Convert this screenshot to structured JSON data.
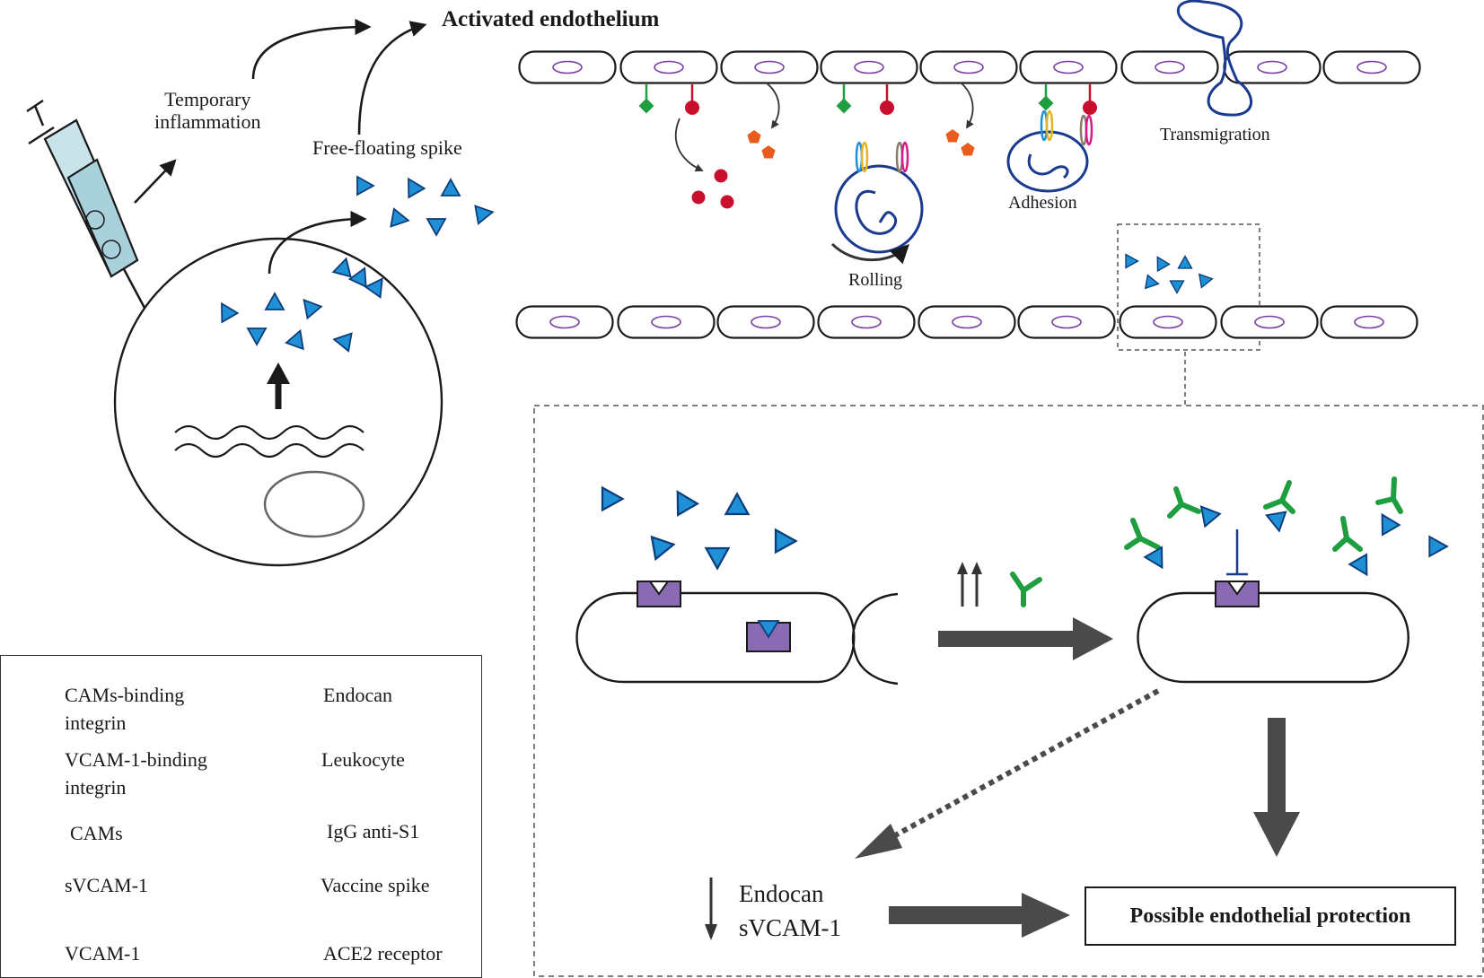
{
  "title": "Activated endothelium",
  "labels": {
    "temporary_inflammation": "Temporary\ninflammation",
    "free_floating_spike": "Free-floating spike",
    "transmigration": "Transmigration",
    "adhesion": "Adhesion",
    "rolling": "Rolling",
    "endocan_line": "Endocan",
    "svcam1_line": "sVCAM-1",
    "protection": "Possible endothelial protection"
  },
  "legend": [
    {
      "icon": "cams-binding-integrin-icon",
      "label": "CAMs-binding\nintegrin"
    },
    {
      "icon": "endocan-icon",
      "label": "Endocan"
    },
    {
      "icon": "vcam1-binding-integrin-icon",
      "label": "VCAM-1-binding\nintegrin"
    },
    {
      "icon": "leukocyte-icon",
      "label": "Leukocyte"
    },
    {
      "icon": "cams-icon",
      "label": "CAMs"
    },
    {
      "icon": "igg-anti-s1-icon",
      "label": "IgG anti-S1"
    },
    {
      "icon": "svcam1-icon",
      "label": "sVCAM-1"
    },
    {
      "icon": "vaccine-spike-icon",
      "label": "Vaccine spike"
    },
    {
      "icon": "vcam1-icon",
      "label": "VCAM-1"
    },
    {
      "icon": "ace2-receptor-icon",
      "label": "ACE2 receptor"
    }
  ],
  "colors": {
    "spike_blue": "#1f8fd6",
    "spike_stroke": "#0b3d7a",
    "cams_green": "#1e9e3e",
    "vcam_red": "#c8102e",
    "endocan_orange": "#e85d1e",
    "leukocyte_navy": "#1a3a8f",
    "ace2_purple": "#8a6bb3",
    "nucleus_purple": "#7a3fa0",
    "arrow_gray": "#4a4a4a",
    "igg_green": "#1e9e3e"
  }
}
